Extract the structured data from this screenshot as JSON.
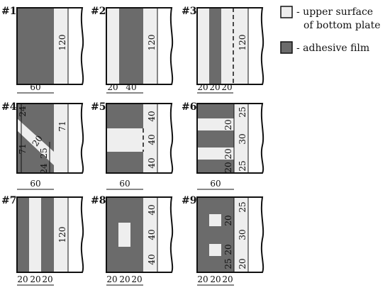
{
  "colors": {
    "adhesive": "#6b6b6b",
    "surface": "#eeeeee",
    "outline": "#111111"
  },
  "legend": [
    {
      "lines": [
        "- upper surface",
        "of bottom plate"
      ],
      "color": "#eeeeee"
    },
    {
      "lines": [
        "- adhesive film"
      ],
      "color": "#6b6b6b"
    }
  ],
  "panels": [
    {
      "id": "p1",
      "label": "#1",
      "dims": {
        "right": [
          "120"
        ],
        "bottom": [
          "60"
        ]
      }
    },
    {
      "id": "p2",
      "label": "#2",
      "dims": {
        "right": [
          "120"
        ],
        "bottom": [
          "20",
          "40"
        ]
      }
    },
    {
      "id": "p3",
      "label": "#3",
      "dims": {
        "right": [
          "120"
        ],
        "bottom": [
          "20",
          "20",
          "20"
        ]
      }
    },
    {
      "id": "p4",
      "label": "#4",
      "dims": {
        "right": [
          "71"
        ],
        "left": [
          "24",
          "71"
        ],
        "inner": [
          "20",
          "25",
          "24"
        ],
        "bottom": [
          "60"
        ]
      }
    },
    {
      "id": "p5",
      "label": "#5",
      "dims": {
        "right": [
          "40",
          "40",
          "40"
        ],
        "bottom": [
          "60"
        ]
      }
    },
    {
      "id": "p6",
      "label": "#6",
      "dims": {
        "right": [
          "20",
          "25",
          "20",
          "30",
          "20",
          "25"
        ],
        "bottom": [
          "60"
        ]
      }
    },
    {
      "id": "p7",
      "label": "#7",
      "dims": {
        "right": [
          "120"
        ],
        "bottom": [
          "20",
          "20",
          "20"
        ]
      }
    },
    {
      "id": "p8",
      "label": "#8",
      "dims": {
        "right": [
          "40",
          "40",
          "40"
        ],
        "bottom": [
          "20",
          "20",
          "20"
        ]
      }
    },
    {
      "id": "p9",
      "label": "#9",
      "dims": {
        "right": [
          "20",
          "25",
          "20",
          "30",
          "25",
          "20"
        ],
        "bottom": [
          "20",
          "20",
          "20"
        ]
      }
    }
  ]
}
